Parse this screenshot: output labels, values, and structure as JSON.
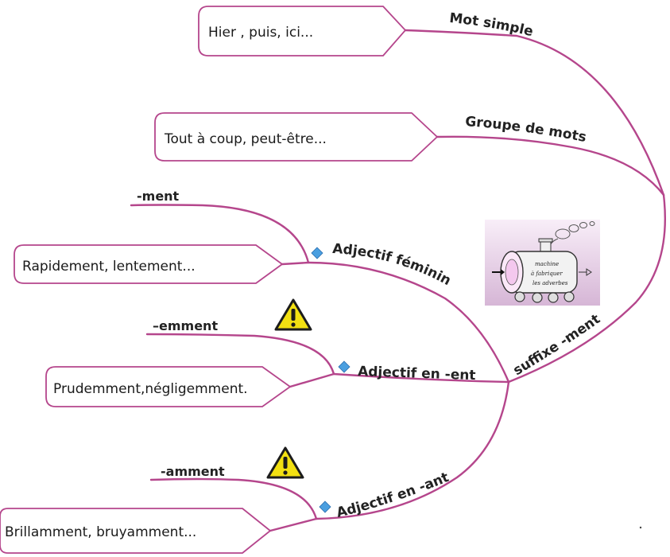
{
  "colors": {
    "branch": "#b5468c",
    "box_stroke": "#b5468c",
    "diamond": "#4a9fe0",
    "warning": "#f2e012"
  },
  "top_branches": [
    {
      "label": "Mot simple",
      "example": "Hier , puis, ici..."
    },
    {
      "label": "Groupe de mots",
      "example": "Tout à coup, peut-être..."
    }
  ],
  "suffix_branch": {
    "label": "suffixe -ment",
    "rules": [
      {
        "label": "Adjectif féminin",
        "suffix": "-ment",
        "example": "Rapidement, lentement...",
        "icon": "diamond-bullet",
        "warning": false
      },
      {
        "label": "Adjectif en -ent",
        "suffix": "–emment",
        "example": "Prudemment,négligemment.",
        "icon": "diamond-bullet",
        "warning": true
      },
      {
        "label": "Adjectif en -ant",
        "suffix": "-amment",
        "example": "Brillamment, bruyamment...",
        "icon": "diamond-bullet",
        "warning": true
      }
    ]
  },
  "illustration": {
    "icon": "adverb-machine",
    "lines": [
      "machine",
      "à fabriquer",
      "les adverbes"
    ]
  },
  "warning_icon": "warning-triangle-icon"
}
